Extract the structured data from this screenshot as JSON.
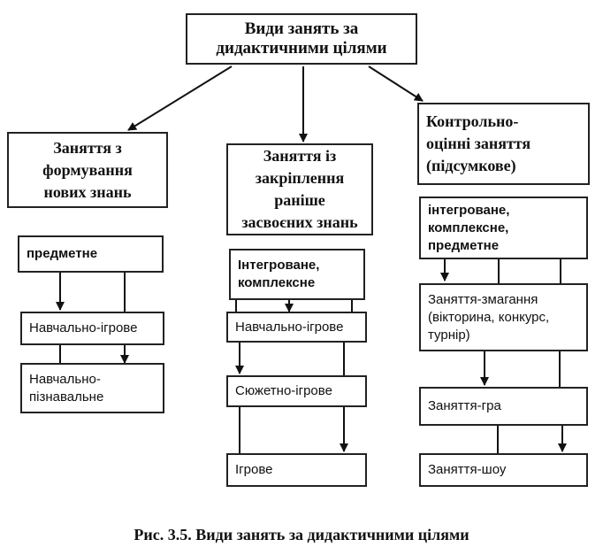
{
  "top": {
    "line1": "Види занять за",
    "line2": "дидактичними цілями"
  },
  "col1": {
    "header": [
      "Заняття з",
      "формування",
      "нових знань"
    ],
    "items": [
      "предметне",
      "Навчально-ігрове",
      "Навчально-",
      "пізнавальне"
    ]
  },
  "col2": {
    "header": [
      "Заняття із",
      "закріплення",
      "раніше",
      "засвоєних знань"
    ],
    "items": [
      "Інтегроване,",
      "комплексне",
      "Навчально-ігрове",
      "Сюжетно-ігрове",
      "Ігрове"
    ]
  },
  "col3": {
    "header": [
      "Контрольно-",
      "оцінні заняття",
      "(підсумкове)"
    ],
    "items": [
      "інтегроване,",
      "комплексне,",
      "предметне",
      "Заняття-змагання",
      "(вікторина, конкурс,",
      "турнір)",
      "Заняття-гра",
      "Заняття-шоу"
    ]
  },
  "caption": "Рис. 3.5. Види занять за дидактичними цілями"
}
